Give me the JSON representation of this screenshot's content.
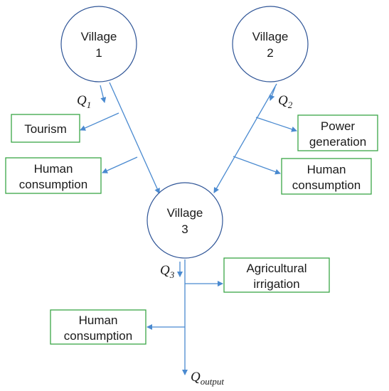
{
  "colors": {
    "village_outline": "#2f5597",
    "use_box_outline": "#3aa646",
    "flow_arrow": "#4a8ad0"
  },
  "villages": {
    "v1": {
      "line1": "Village",
      "line2": "1"
    },
    "v2": {
      "line1": "Village",
      "line2": "2"
    },
    "v3": {
      "line1": "Village",
      "line2": "3"
    }
  },
  "flows": {
    "q1": {
      "symbol": "Q",
      "subscript": "1"
    },
    "q2": {
      "symbol": "Q",
      "subscript": "2"
    },
    "q3": {
      "symbol": "Q",
      "subscript": "3"
    },
    "qout": {
      "symbol": "Q",
      "subscript": "output"
    }
  },
  "uses": {
    "tourism": {
      "lines": [
        "Tourism"
      ]
    },
    "human1": {
      "lines": [
        "Human",
        "consumption"
      ]
    },
    "power": {
      "lines": [
        "Power",
        "generation"
      ]
    },
    "human2": {
      "lines": [
        "Human",
        "consumption"
      ]
    },
    "agri": {
      "lines": [
        "Agricultural",
        "irrigation"
      ]
    },
    "human3": {
      "lines": [
        "Human",
        "consumption"
      ]
    }
  }
}
